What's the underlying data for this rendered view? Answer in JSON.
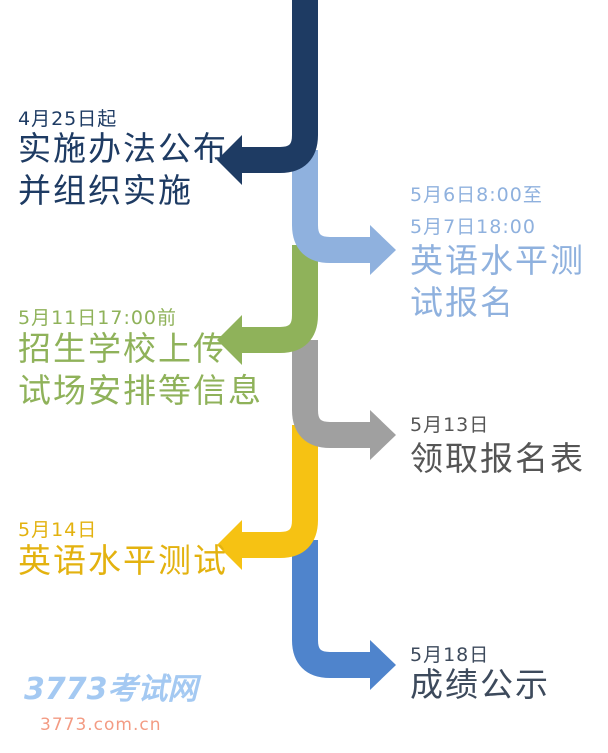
{
  "colors": {
    "navy": "#1e3b63",
    "lightblue": "#8fb1de",
    "green": "#8fb25a",
    "gray": "#a0a0a0",
    "yellow": "#f6c213",
    "blue": "#4f84cc"
  },
  "events": [
    {
      "date": "4月25日起",
      "title_lines": [
        "实施办法公布",
        "并组织实施"
      ],
      "side": "left"
    },
    {
      "date_lines": [
        "5月6日8:00至",
        "5月7日18:00"
      ],
      "title_lines": [
        "英语水平测",
        "试报名"
      ],
      "side": "right"
    },
    {
      "date": "5月11日17:00前",
      "title_lines": [
        "招生学校上传",
        "试场安排等信息"
      ],
      "side": "left"
    },
    {
      "date": "5月13日",
      "title_lines": [
        "领取报名表"
      ],
      "side": "right"
    },
    {
      "date": "5月14日",
      "title_lines": [
        "英语水平测试"
      ],
      "side": "left"
    },
    {
      "date": "5月18日",
      "title_lines": [
        "成绩公示"
      ],
      "side": "right"
    }
  ],
  "watermark": {
    "brand": "3773考试网",
    "url": "3773.com.cn"
  }
}
